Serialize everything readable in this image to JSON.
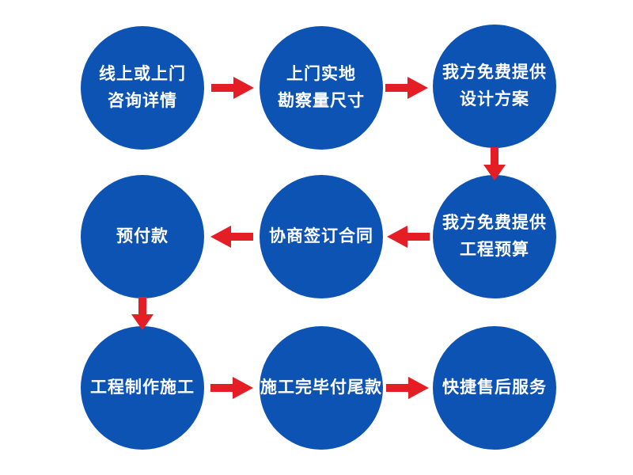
{
  "theme": {
    "node": "#0d53b4",
    "arrow": "#e51e25",
    "text": "#ffffff",
    "background": "#ffffff"
  },
  "flow": {
    "title": "service-process-flowchart",
    "nodes": [
      {
        "id": "consult",
        "row": 1,
        "col": 1,
        "lines": {
          "0": "线上或上门",
          "1": "咨询详情"
        }
      },
      {
        "id": "survey",
        "row": 1,
        "col": 2,
        "lines": {
          "0": "上门实地",
          "1": "勘察量尺寸"
        }
      },
      {
        "id": "design",
        "row": 1,
        "col": 3,
        "lines": {
          "0": "我方免费提供",
          "1": "设计方案"
        }
      },
      {
        "id": "budget",
        "row": 2,
        "col": 3,
        "lines": {
          "0": "我方免费提供",
          "1": "工程预算"
        }
      },
      {
        "id": "contract",
        "row": 2,
        "col": 2,
        "lines": {
          "0": "协商签订合同"
        }
      },
      {
        "id": "prepay",
        "row": 2,
        "col": 1,
        "lines": {
          "0": "预付款"
        }
      },
      {
        "id": "construction",
        "row": 3,
        "col": 1,
        "lines": {
          "0": "工程制作施工"
        }
      },
      {
        "id": "final-payment",
        "row": 3,
        "col": 2,
        "lines": {
          "0": "施工完毕付尾款"
        }
      },
      {
        "id": "after-sales",
        "row": 3,
        "col": 3,
        "lines": {
          "0": "快捷售后服务"
        }
      }
    ],
    "arrows": [
      {
        "from": "consult",
        "to": "survey",
        "direction": "right"
      },
      {
        "from": "survey",
        "to": "design",
        "direction": "right"
      },
      {
        "from": "design",
        "to": "budget",
        "direction": "down"
      },
      {
        "from": "budget",
        "to": "contract",
        "direction": "left"
      },
      {
        "from": "contract",
        "to": "prepay",
        "direction": "left"
      },
      {
        "from": "prepay",
        "to": "construction",
        "direction": "down"
      },
      {
        "from": "construction",
        "to": "final-payment",
        "direction": "right"
      },
      {
        "from": "final-payment",
        "to": "after-sales",
        "direction": "right"
      }
    ]
  }
}
